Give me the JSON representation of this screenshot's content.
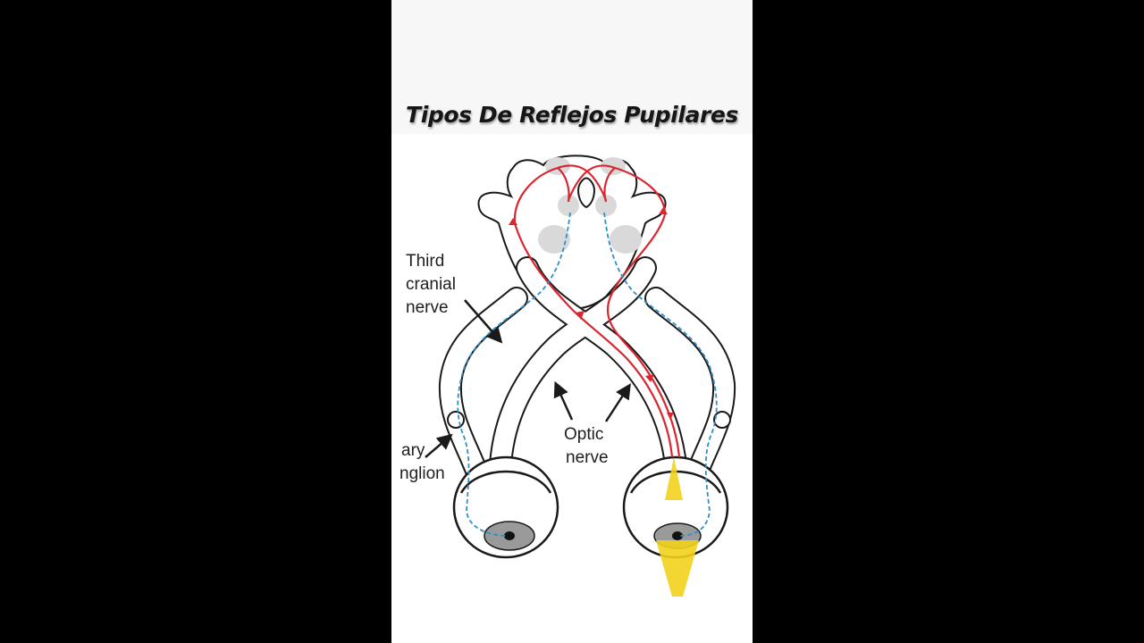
{
  "title": "Tipos De Reflejos Pupilares",
  "labels": {
    "third_cranial_nerve": [
      "Third",
      "cranial",
      "nerve"
    ],
    "ciliary_ganglion": [
      "ary",
      "nglion"
    ],
    "optic_nerve": [
      "Optic",
      "nerve"
    ]
  },
  "colors": {
    "background": "#000000",
    "panel": "#ffffff",
    "afferent_pathway": "#d9262f",
    "efferent_pathway": "#2f8fc9",
    "light_beam": "#f3d21c",
    "nucleus_fill": "#d9d9d9",
    "outline": "#1a1a1a"
  },
  "icons": [
    "arrow-icon",
    "light-beam-icon"
  ]
}
